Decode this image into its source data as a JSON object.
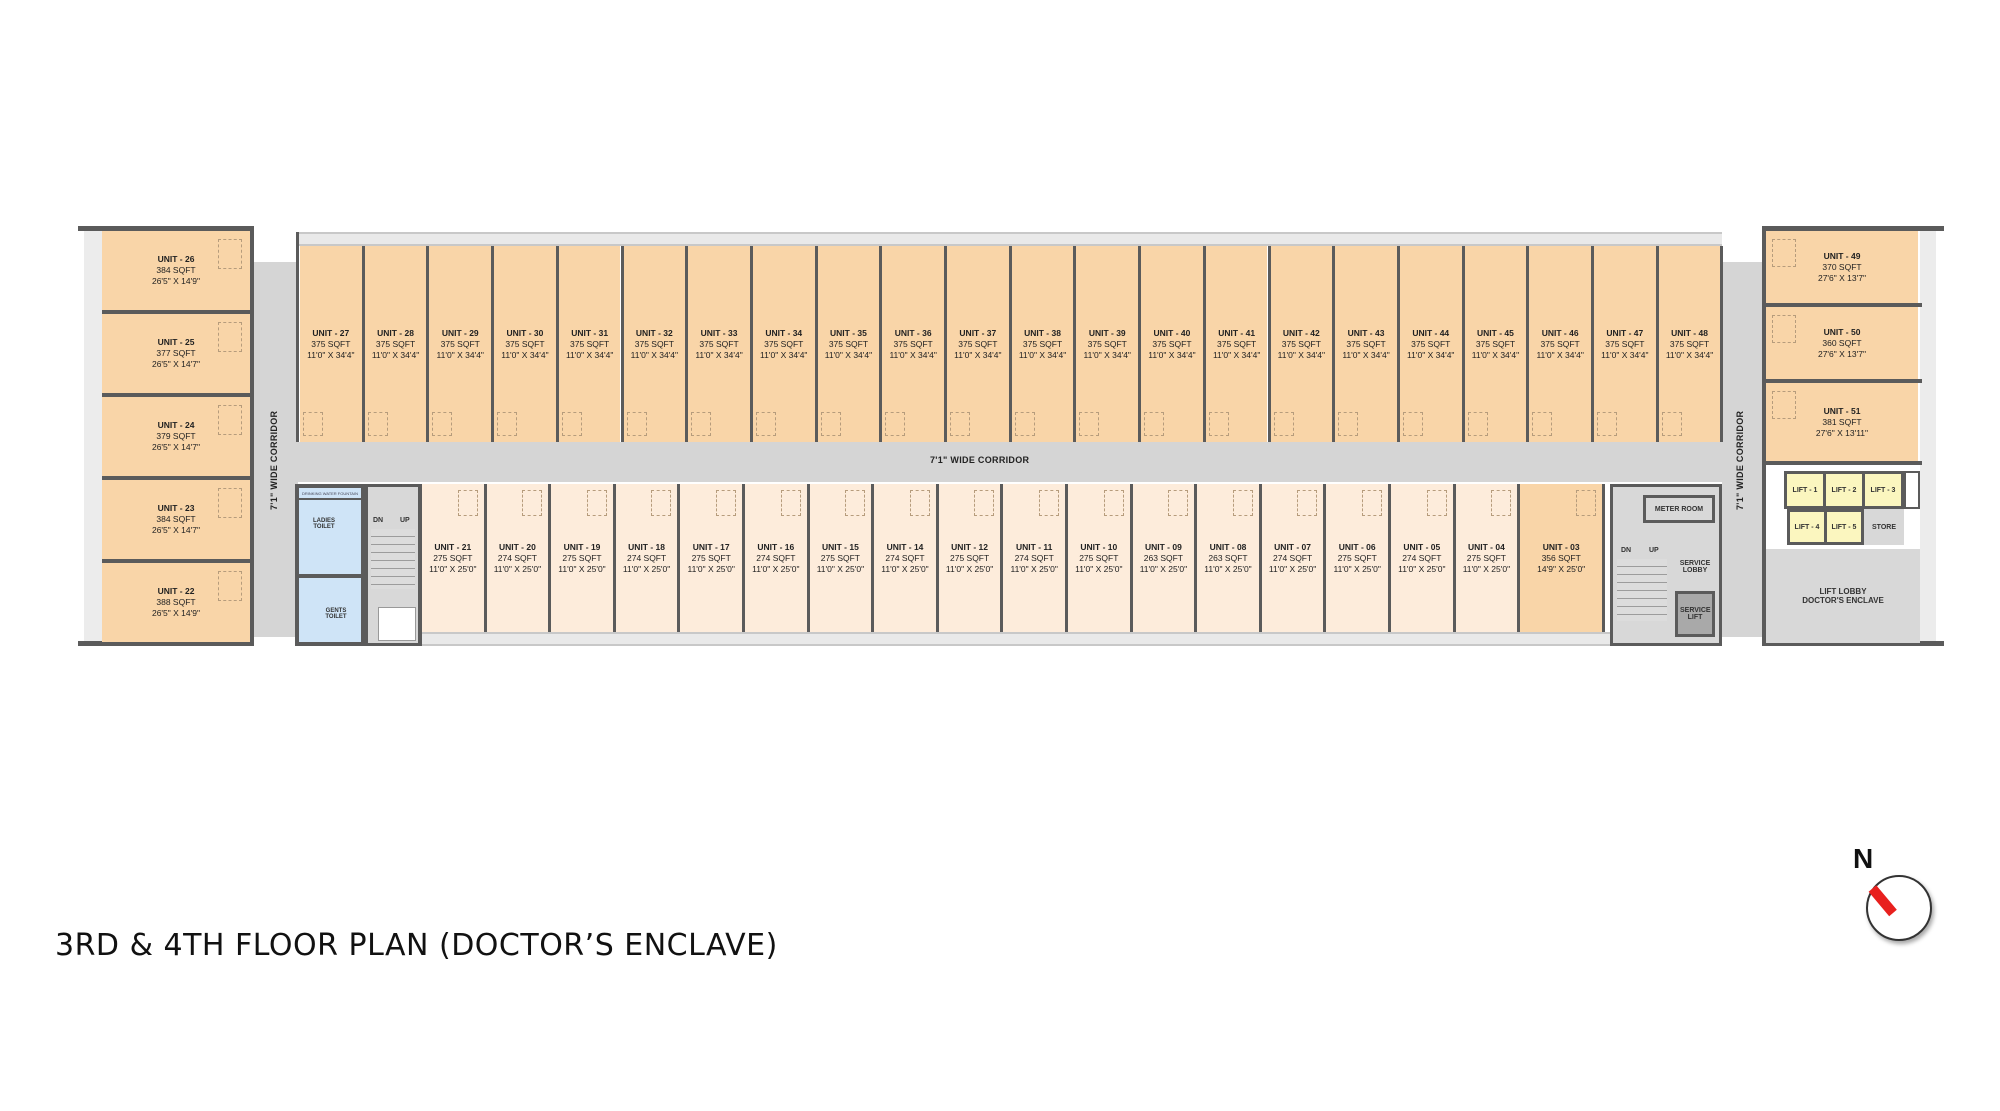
{
  "title": "3RD & 4TH FLOOR PLAN (DOCTOR’S ENCLAVE)",
  "compass": {
    "label": "N",
    "icon": "north-arrow-icon",
    "needle_color": "#e8201e"
  },
  "colors": {
    "unit_large": "#f9d5a8",
    "unit_small": "#fdecdb",
    "corridor": "#d5d5d5",
    "wall": "#5b5b5b",
    "toilet": "#cfe4f7",
    "lift": "#fbf6bf"
  },
  "corridors": {
    "main": "7'1\" WIDE CORRIDOR",
    "left": "7'1\" WIDE CORRIDOR",
    "right": "7'1\" WIDE CORRIDOR"
  },
  "left_wing_units": [
    {
      "name": "UNIT - 26",
      "area": "384 SQFT",
      "dim": "26'5\" X 14'9\""
    },
    {
      "name": "UNIT - 25",
      "area": "377 SQFT",
      "dim": "26'5\" X 14'7\""
    },
    {
      "name": "UNIT - 24",
      "area": "379 SQFT",
      "dim": "26'5\" X 14'7\""
    },
    {
      "name": "UNIT - 23",
      "area": "384 SQFT",
      "dim": "26'5\" X 14'7\""
    },
    {
      "name": "UNIT - 22",
      "area": "388 SQFT",
      "dim": "26'5\" X 14'9\""
    }
  ],
  "top_row_units": [
    {
      "name": "UNIT - 27",
      "area": "375 SQFT",
      "dim": "11'0\" X 34'4\""
    },
    {
      "name": "UNIT - 28",
      "area": "375 SQFT",
      "dim": "11'0\" X 34'4\""
    },
    {
      "name": "UNIT - 29",
      "area": "375 SQFT",
      "dim": "11'0\" X 34'4\""
    },
    {
      "name": "UNIT - 30",
      "area": "375 SQFT",
      "dim": "11'0\" X 34'4\""
    },
    {
      "name": "UNIT - 31",
      "area": "375 SQFT",
      "dim": "11'0\" X 34'4\""
    },
    {
      "name": "UNIT - 32",
      "area": "375 SQFT",
      "dim": "11'0\" X 34'4\""
    },
    {
      "name": "UNIT - 33",
      "area": "375 SQFT",
      "dim": "11'0\" X 34'4\""
    },
    {
      "name": "UNIT - 34",
      "area": "375 SQFT",
      "dim": "11'0\" X 34'4\""
    },
    {
      "name": "UNIT - 35",
      "area": "375 SQFT",
      "dim": "11'0\" X 34'4\""
    },
    {
      "name": "UNIT - 36",
      "area": "375 SQFT",
      "dim": "11'0\" X 34'4\""
    },
    {
      "name": "UNIT - 37",
      "area": "375 SQFT",
      "dim": "11'0\" X 34'4\""
    },
    {
      "name": "UNIT - 38",
      "area": "375 SQFT",
      "dim": "11'0\" X 34'4\""
    },
    {
      "name": "UNIT - 39",
      "area": "375 SQFT",
      "dim": "11'0\" X 34'4\""
    },
    {
      "name": "UNIT - 40",
      "area": "375 SQFT",
      "dim": "11'0\" X 34'4\""
    },
    {
      "name": "UNIT - 41",
      "area": "375 SQFT",
      "dim": "11'0\" X 34'4\""
    },
    {
      "name": "UNIT - 42",
      "area": "375 SQFT",
      "dim": "11'0\" X 34'4\""
    },
    {
      "name": "UNIT - 43",
      "area": "375 SQFT",
      "dim": "11'0\" X 34'4\""
    },
    {
      "name": "UNIT - 44",
      "area": "375 SQFT",
      "dim": "11'0\" X 34'4\""
    },
    {
      "name": "UNIT - 45",
      "area": "375 SQFT",
      "dim": "11'0\" X 34'4\""
    },
    {
      "name": "UNIT - 46",
      "area": "375 SQFT",
      "dim": "11'0\" X 34'4\""
    },
    {
      "name": "UNIT - 47",
      "area": "375 SQFT",
      "dim": "11'0\" X 34'4\""
    },
    {
      "name": "UNIT - 48",
      "area": "375 SQFT",
      "dim": "11'0\" X 34'4\""
    }
  ],
  "bottom_row_units": [
    {
      "name": "UNIT - 21",
      "area": "275 SQFT",
      "dim": "11'0\" X 25'0\""
    },
    {
      "name": "UNIT - 20",
      "area": "274 SQFT",
      "dim": "11'0\" X 25'0\""
    },
    {
      "name": "UNIT - 19",
      "area": "275 SQFT",
      "dim": "11'0\" X 25'0\""
    },
    {
      "name": "UNIT - 18",
      "area": "274 SQFT",
      "dim": "11'0\" X 25'0\""
    },
    {
      "name": "UNIT - 17",
      "area": "275 SQFT",
      "dim": "11'0\" X 25'0\""
    },
    {
      "name": "UNIT - 16",
      "area": "274 SQFT",
      "dim": "11'0\" X 25'0\""
    },
    {
      "name": "UNIT - 15",
      "area": "275 SQFT",
      "dim": "11'0\" X 25'0\""
    },
    {
      "name": "UNIT - 14",
      "area": "274 SQFT",
      "dim": "11'0\" X 25'0\""
    },
    {
      "name": "UNIT - 12",
      "area": "275 SQFT",
      "dim": "11'0\" X 25'0\""
    },
    {
      "name": "UNIT - 11",
      "area": "274 SQFT",
      "dim": "11'0\" X 25'0\""
    },
    {
      "name": "UNIT - 10",
      "area": "275 SQFT",
      "dim": "11'0\" X 25'0\""
    },
    {
      "name": "UNIT - 09",
      "area": "263 SQFT",
      "dim": "11'0\" X 25'0\""
    },
    {
      "name": "UNIT - 08",
      "area": "263 SQFT",
      "dim": "11'0\" X 25'0\""
    },
    {
      "name": "UNIT - 07",
      "area": "274 SQFT",
      "dim": "11'0\" X 25'0\""
    },
    {
      "name": "UNIT - 06",
      "area": "275 SQFT",
      "dim": "11'0\" X 25'0\""
    },
    {
      "name": "UNIT - 05",
      "area": "274 SQFT",
      "dim": "11'0\" X 25'0\""
    },
    {
      "name": "UNIT - 04",
      "area": "275 SQFT",
      "dim": "11'0\" X 25'0\""
    },
    {
      "name": "UNIT - 03",
      "area": "356 SQFT",
      "dim": "14'9\" X 25'0\""
    }
  ],
  "right_wing_units": [
    {
      "name": "UNIT - 49",
      "area": "370 SQFT",
      "dim": "27'6\" X 13'7\""
    },
    {
      "name": "UNIT - 50",
      "area": "360 SQFT",
      "dim": "27'6\" X 13'7\""
    },
    {
      "name": "UNIT - 51",
      "area": "381 SQFT",
      "dim": "27'6\" X 13'11\""
    }
  ],
  "facilities": {
    "drinking_water": "DRINKING WATER FOUNTAIN",
    "ladies_toilet": "LADIES TOILET",
    "gents_toilet": "GENTS TOILET",
    "stair_dn": "DN",
    "stair_up": "UP",
    "meter_room": "METER ROOM",
    "service_lobby": "SERVICE LOBBY",
    "service_lift": "SERVICE LIFT",
    "store": "STORE",
    "lift_lobby_line1": "LIFT LOBBY",
    "lift_lobby_line2": "DOCTOR'S ENCLAVE",
    "lifts": [
      "LIFT - 1",
      "LIFT - 2",
      "LIFT - 3",
      "LIFT - 4",
      "LIFT - 5"
    ]
  }
}
